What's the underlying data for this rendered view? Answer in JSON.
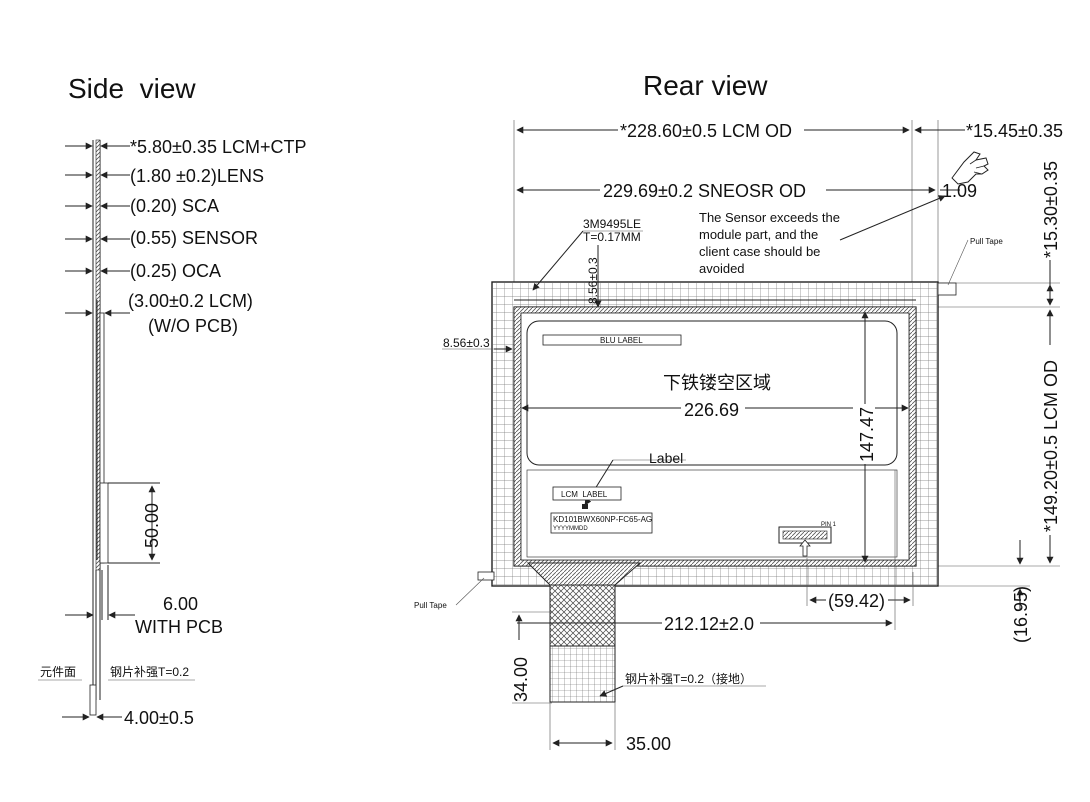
{
  "titles": {
    "side_view": "Side  view",
    "rear_view": "Rear view"
  },
  "side_view": {
    "layers": [
      "*5.80±0.35 LCM+CTP",
      "(1.80 ±0.2)LENS",
      "(0.20) SCA",
      "(0.55) SENSOR",
      "(0.25) OCA",
      "(3.00±0.2 LCM)",
      "(W/O PCB)"
    ],
    "dim_50": "50.00",
    "dim_6": "6.00",
    "dim_6_note": "WITH PCB",
    "component_side": "元件面",
    "steel_stiffener": "钢片补强T=0.2",
    "dim_4": "4.00±0.5"
  },
  "rear_view": {
    "lcm_od_width": "*228.60±0.5 LCM OD",
    "sensor_od_width": "229.69±0.2 SNEOSR OD",
    "offset_15_45": "*15.45±0.35",
    "offset_1_09": "1.09",
    "offset_15_30": "*15.30±0.35",
    "lcm_od_height": "*149.20±0.5 LCM OD",
    "tape_part": "3M9495LE",
    "tape_thickness": "T=0.17MM",
    "dim_8_56_v": "8.56±0.3",
    "dim_8_56_h": "8.56±0.3",
    "sensor_note": [
      "The Sensor exceeds the",
      "module part, and the",
      "client case should be",
      "avoided"
    ],
    "pull_tape_top": "Pull Tape",
    "pull_tape_bottom": "Pull Tape",
    "blu_label": "BLU LABEL",
    "hollow_area": "下铁镂空区域",
    "dim_226_69": "226.69",
    "dim_147_47": "147.47",
    "label": "Label",
    "lcm_label": "LCM  LABEL",
    "model": "KD101BWX60NP-FC65-AG",
    "date_code": "YYYYMMDD",
    "pin1": "PIN 1",
    "dim_59_42": "(59.42)",
    "dim_16_95": "(16.95)",
    "dim_212_12": "212.12±2.0",
    "dim_34": "34.00",
    "fpc_stiffener": "钢片补强T=0.2（接地）",
    "dim_35": "35.00"
  }
}
